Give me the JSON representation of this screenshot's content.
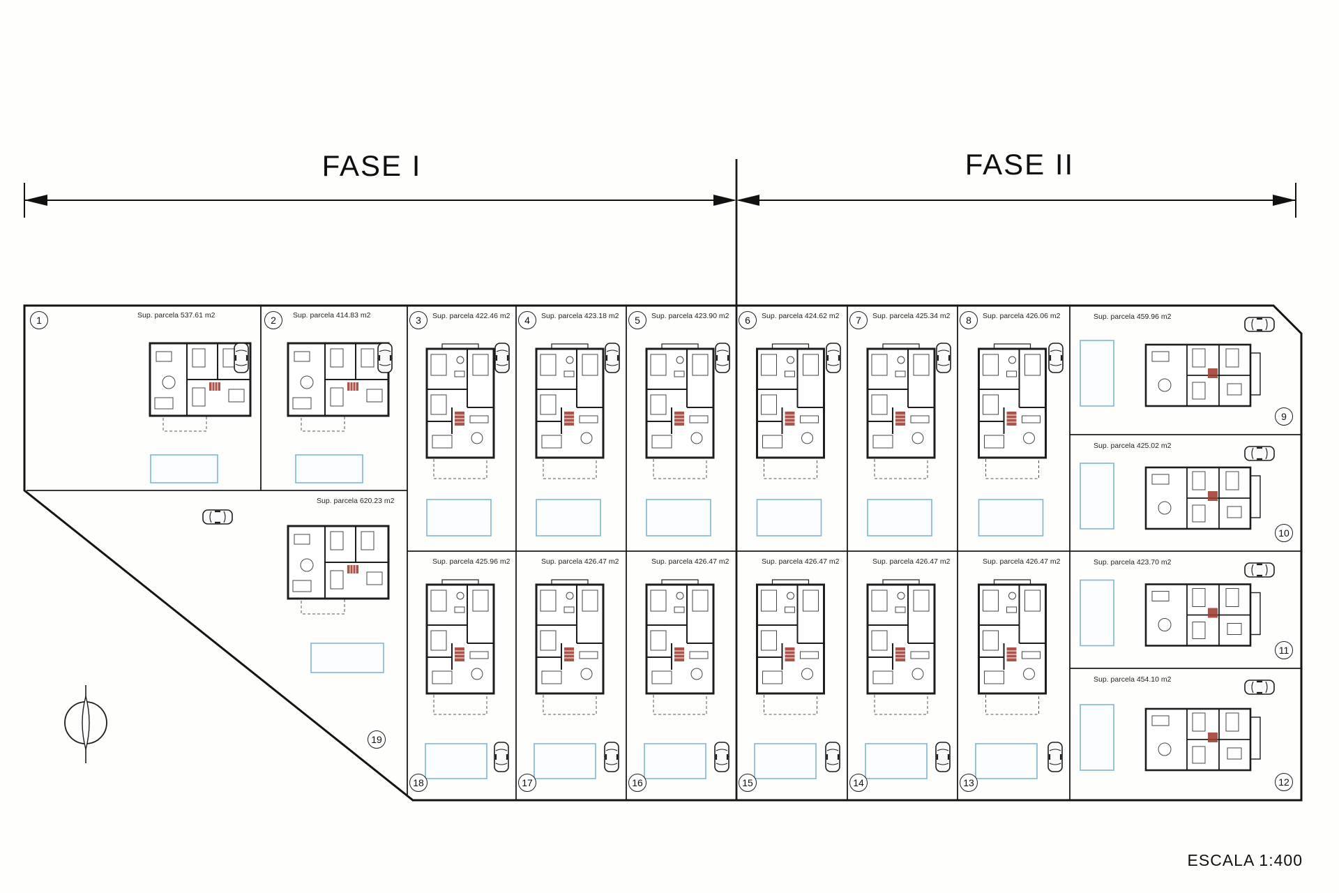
{
  "page": {
    "scale_label": "ESCALA  1:400"
  },
  "phases": [
    {
      "label": "FASE I"
    },
    {
      "label": "FASE II"
    }
  ],
  "plots": [
    {
      "number": "1",
      "area": "Sup. parcela 537.61 m2"
    },
    {
      "number": "2",
      "area": "Sup. parcela 414.83 m2"
    },
    {
      "number": "3",
      "area": "Sup. parcela 422.46 m2"
    },
    {
      "number": "4",
      "area": "Sup. parcela 423.18 m2"
    },
    {
      "number": "5",
      "area": "Sup. parcela 423.90 m2"
    },
    {
      "number": "6",
      "area": "Sup. parcela 424.62 m2"
    },
    {
      "number": "7",
      "area": "Sup. parcela 425.34 m2"
    },
    {
      "number": "8",
      "area": "Sup. parcela 426.06 m2"
    },
    {
      "number": "9",
      "area": "Sup. parcela 459.96 m2"
    },
    {
      "number": "10",
      "area": "Sup. parcela 425.02 m2"
    },
    {
      "number": "11",
      "area": "Sup. parcela 423.70 m2"
    },
    {
      "number": "12",
      "area": "Sup. parcela 454.10 m2"
    },
    {
      "number": "13",
      "area": "Sup. parcela 426.47 m2"
    },
    {
      "number": "14",
      "area": "Sup. parcela 426.47 m2"
    },
    {
      "number": "15",
      "area": "Sup. parcela 426.47 m2"
    },
    {
      "number": "16",
      "area": "Sup. parcela 426.47 m2"
    },
    {
      "number": "17",
      "area": "Sup. parcela 426.47 m2"
    },
    {
      "number": "18",
      "area": "Sup. parcela 425.96 m2"
    },
    {
      "number": "19",
      "area": "Sup. parcela 620.23 m2"
    }
  ],
  "icons": {
    "compass": "compass-north-icon",
    "car": "car-top-view-icon",
    "pool": "swimming-pool",
    "house": "house-floor-plan"
  },
  "colors": {
    "ink": "#1a1a1a",
    "pool_stroke": "#7eb6d4",
    "stairs_red": "#a03c30"
  }
}
